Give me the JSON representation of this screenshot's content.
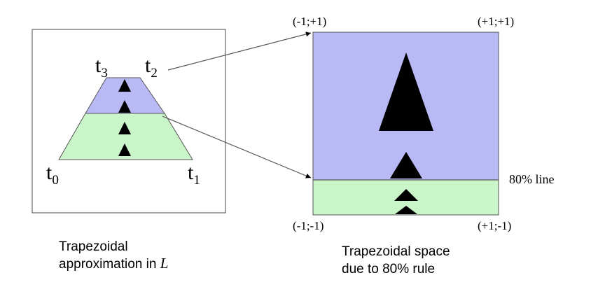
{
  "left_panel": {
    "vertices": {
      "t0": {
        "base": "t",
        "sub": "0"
      },
      "t1": {
        "base": "t",
        "sub": "1"
      },
      "t2": {
        "base": "t",
        "sub": "2"
      },
      "t3": {
        "base": "t",
        "sub": "3"
      }
    },
    "caption_line1": "Trapezoidal",
    "caption_line2_prefix": "approximation in ",
    "caption_line2_italic": "L"
  },
  "right_panel": {
    "corner_top_left": "(-1;+1)",
    "corner_top_right": "(+1;+1)",
    "corner_bottom_left": "(-1;-1)",
    "corner_bottom_right": "(+1;-1)",
    "line_label": "80% line",
    "caption_line1": "Trapezoidal space",
    "caption_line2": "due to 80% rule"
  },
  "colors": {
    "upper_region": "#b9b9f6",
    "lower_region": "#c9f5c9",
    "outline": "#555555",
    "marker": "#000000"
  }
}
